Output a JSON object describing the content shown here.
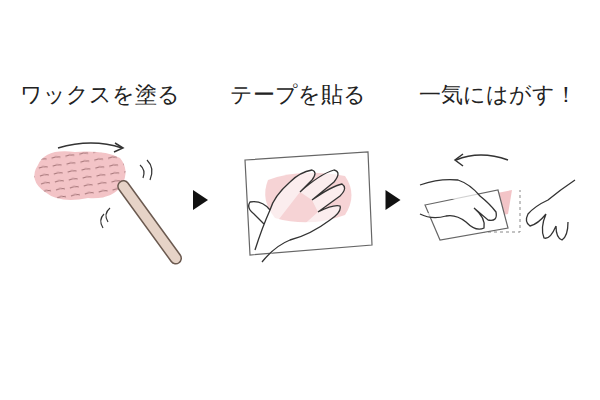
{
  "diagram": {
    "nodes": [
      {
        "text": [
          "ワックスを塗る"
        ]
      },
      {
        "text": [
          "テープを貼る"
        ]
      },
      {
        "text": [
          "一気にはがす！"
        ]
      }
    ],
    "edges": [
      {
        "from": 0,
        "to": 1,
        "arrow": "to"
      },
      {
        "from": 1,
        "to": 2,
        "arrow": "to"
      }
    ]
  }
}
